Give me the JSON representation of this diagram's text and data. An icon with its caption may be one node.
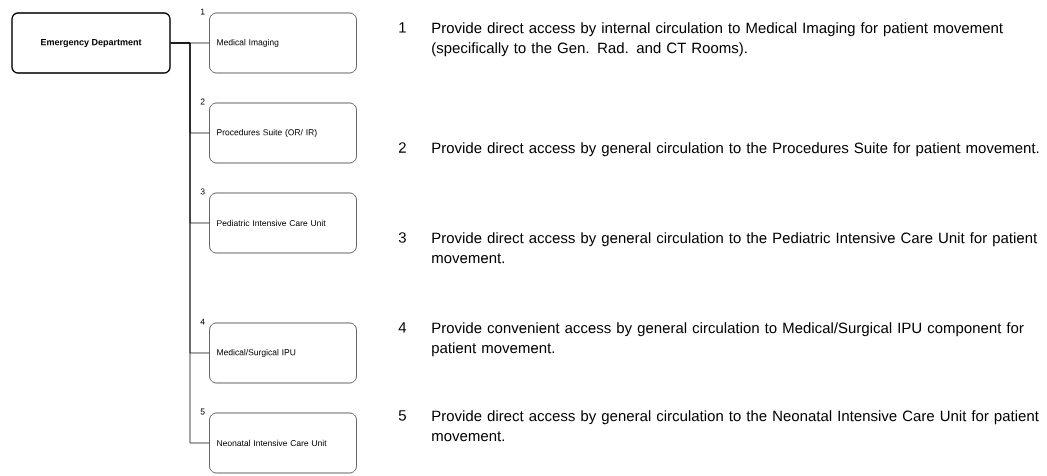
{
  "diagram": {
    "nodes": [
      {
        "text": [
          "Emergency Department"
        ]
      },
      {
        "text": [
          "Medical Imaging"
        ],
        "beside": [
          "1"
        ]
      },
      {
        "text": [
          "Procedures Suite (OR/ IR)"
        ],
        "beside": [
          "2"
        ]
      },
      {
        "text": [
          "Pediatric Intensive Care Unit"
        ],
        "beside": [
          "3"
        ]
      },
      {
        "text": [
          "Medical/Surgical IPU"
        ],
        "beside": [
          "4"
        ]
      },
      {
        "text": [
          "Neonatal Intensive Care Unit"
        ],
        "beside": [
          "5"
        ]
      }
    ],
    "edges": [
      {
        "from": 0,
        "to": 1,
        "arrow": "none"
      },
      {
        "from": 0,
        "to": 2,
        "arrow": "none"
      },
      {
        "from": 0,
        "to": 3,
        "arrow": "none"
      },
      {
        "from": 0,
        "to": 4,
        "arrow": "none"
      },
      {
        "from": 0,
        "to": 5,
        "arrow": "none"
      }
    ],
    "labels": [
      "1",
      "Provide direct access by internal circulation to Medical Imaging for patient movement (specifically to the Gen. Rad. and CT Rooms).",
      "2",
      "Provide direct access by general circulation to the Procedures Suite for patient movement.",
      "3",
      "Provide direct access by general circulation to the Pediatric Intensive Care Unit for patient movement.",
      "4",
      "Provide convenient access by general circulation to Medical/Surgical IPU component for patient movement.",
      "5",
      "Provide direct access by general circulation to the Neonatal Intensive Care Unit for patient movement."
    ]
  }
}
